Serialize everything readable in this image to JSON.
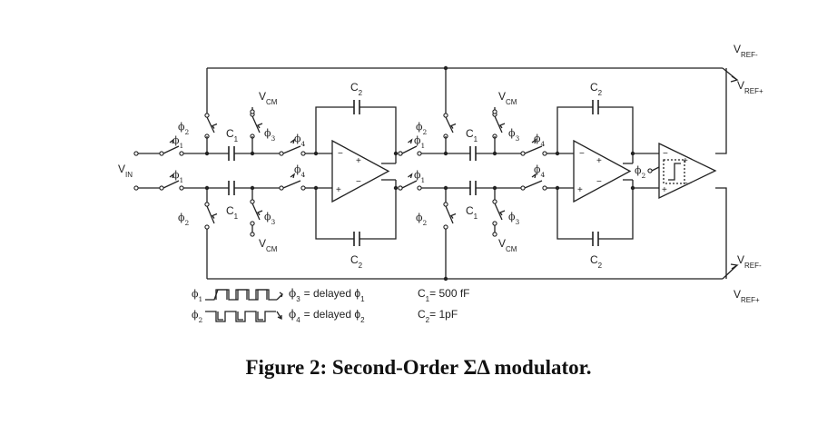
{
  "caption": "Figure 2: Second-Order ΣΔ modulator.",
  "labels": {
    "vin": "V",
    "vin_sub": "IN",
    "vcm": "V",
    "vcm_sub": "CM",
    "vref_minus": "V",
    "vref_minus_sub": "REF-",
    "vref_plus": "V",
    "vref_plus_sub": "REF+",
    "c1": "C",
    "c1_sub": "1",
    "c2": "C",
    "c2_sub": "2",
    "phi": "ϕ",
    "phi1_sub": "1",
    "phi2_sub": "2",
    "phi3_sub": "3",
    "phi4_sub": "4",
    "plus": "+",
    "minus": "−"
  },
  "timing": {
    "row1_phase": "ϕ",
    "row1_phase_sub": "1",
    "row1_note_phase": "ϕ",
    "row1_note_sub": "3",
    "row1_note_text": "= delayed ϕ",
    "row1_note_ref_sub": "1",
    "row2_phase": "ϕ",
    "row2_phase_sub": "2",
    "row2_note_phase": "ϕ",
    "row2_note_sub": "4",
    "row2_note_text": "= delayed ϕ",
    "row2_note_ref_sub": "2"
  },
  "values": {
    "c1_value": "C",
    "c1_value_sub": "1",
    "c1_value_text": "= 500 fF",
    "c2_value": "C",
    "c2_value_sub": "2",
    "c2_value_text": "= 1pF"
  }
}
